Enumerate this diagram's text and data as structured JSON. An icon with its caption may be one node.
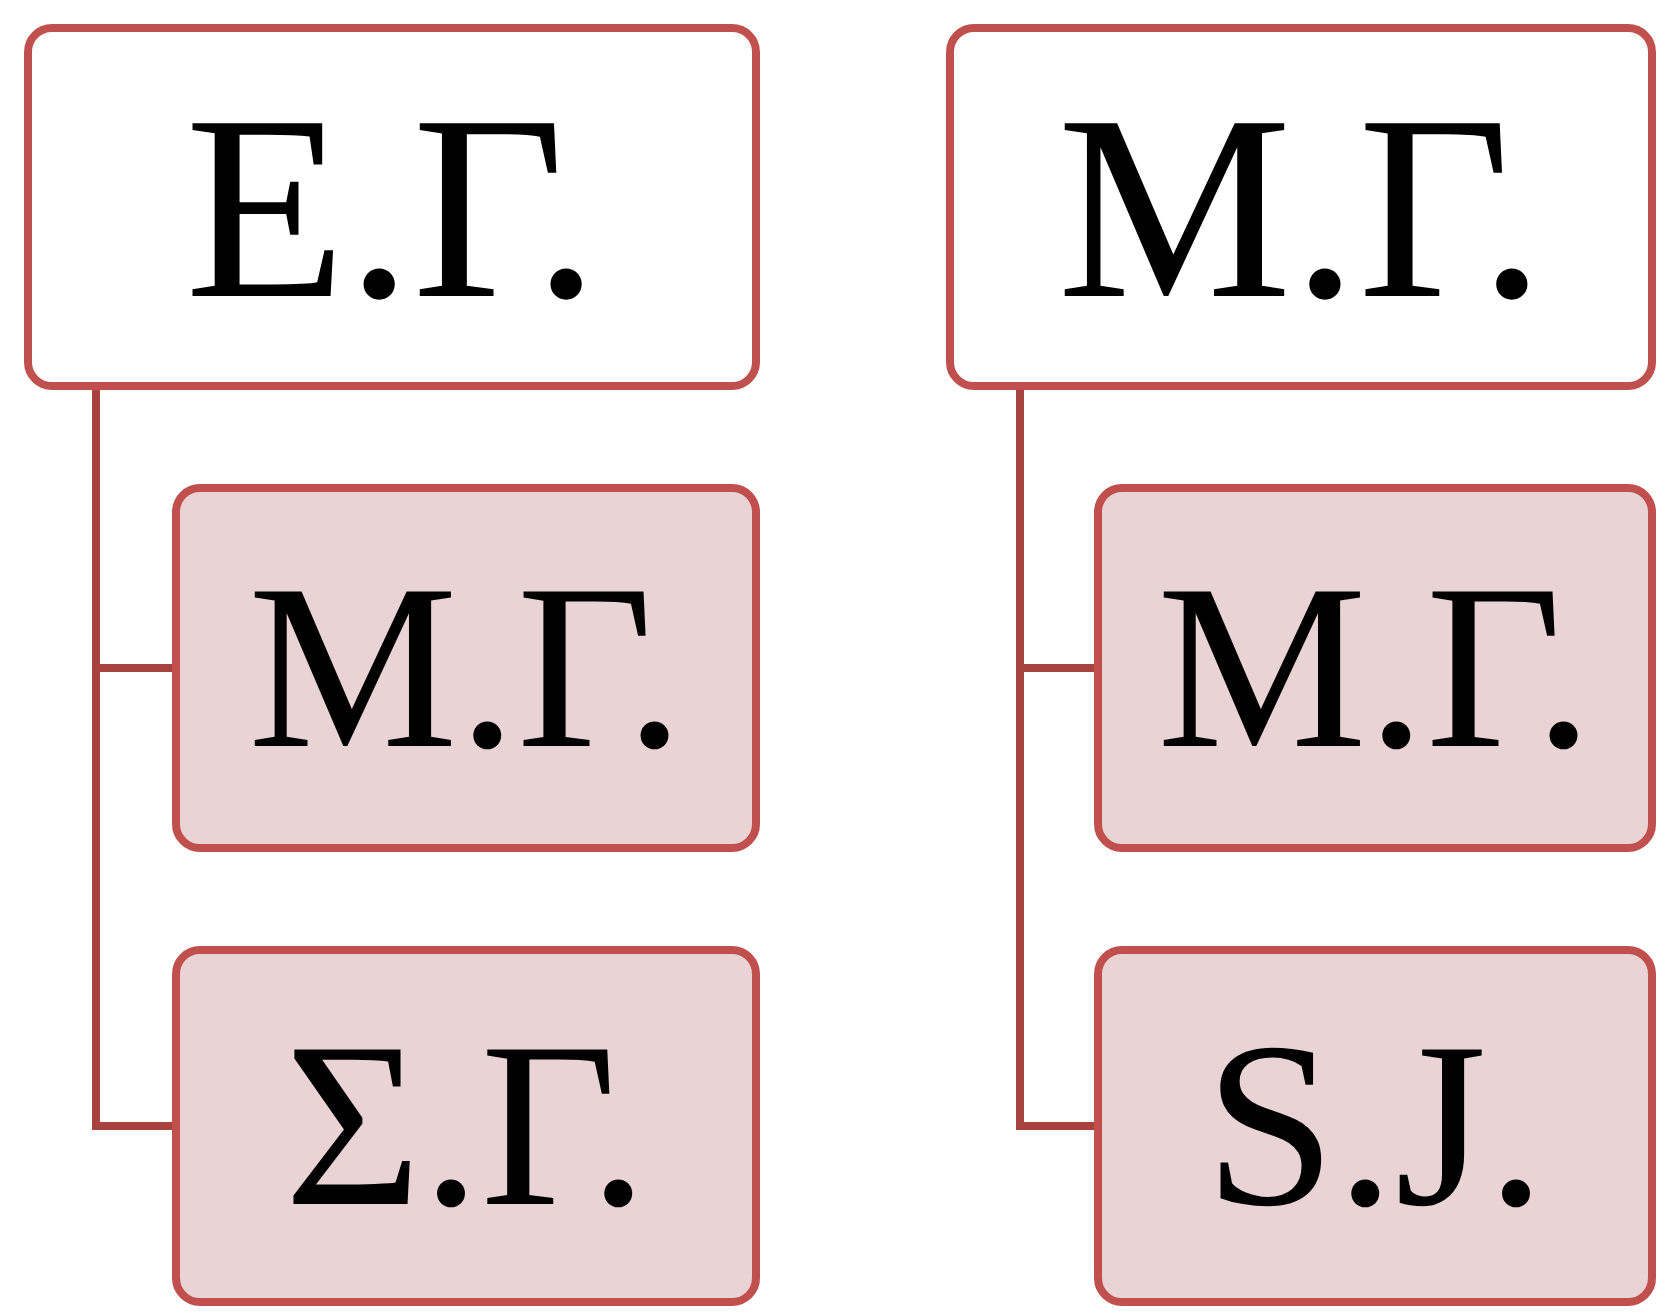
{
  "diagram": {
    "nodes": [
      {
        "text": [
          "Ε.Γ."
        ]
      },
      {
        "text": [
          "Μ.Γ."
        ]
      },
      {
        "text": [
          "Σ.Γ."
        ]
      },
      {
        "text": [
          "Μ.Γ."
        ]
      },
      {
        "text": [
          "Μ.Γ."
        ]
      },
      {
        "text": [
          "S.J."
        ]
      }
    ],
    "edges": [
      {
        "from": 0,
        "to": 1,
        "arrow": "none"
      },
      {
        "from": 0,
        "to": 2,
        "arrow": "none"
      },
      {
        "from": 3,
        "to": 4,
        "arrow": "none"
      },
      {
        "from": 3,
        "to": 5,
        "arrow": "none"
      }
    ]
  }
}
